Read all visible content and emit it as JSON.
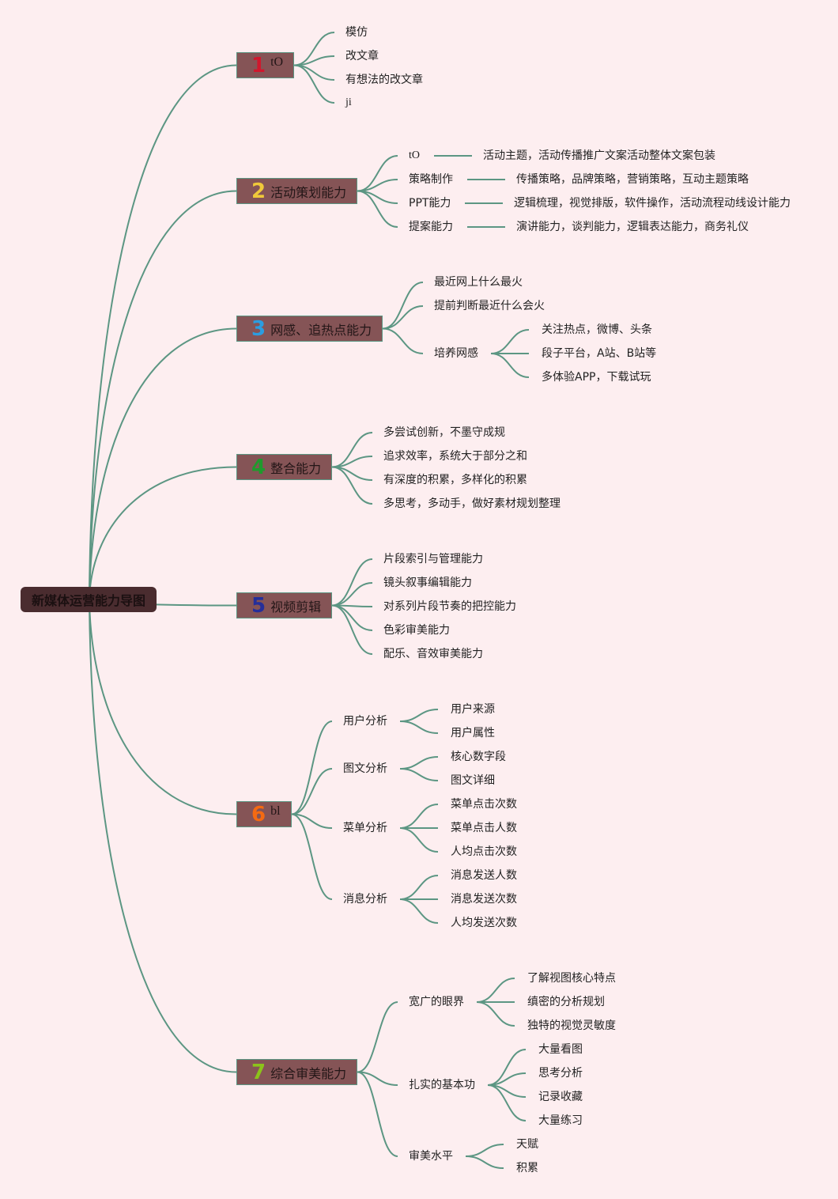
{
  "title": "新媒体运营能力导图",
  "colors": {
    "line": "#5c9683",
    "branch_fill": "#855456",
    "root_fill": "#4a2c2f",
    "background": "#fdeef0"
  },
  "branches": [
    {
      "num": "1",
      "num_color": "#d0182e",
      "label": "tO",
      "children": [
        {
          "label": "模仿"
        },
        {
          "label": "改文章"
        },
        {
          "label": "有想法的改文章"
        },
        {
          "label": "ji"
        }
      ]
    },
    {
      "num": "2",
      "num_color": "#f0c93a",
      "label": "活动策划能力",
      "children": [
        {
          "label": "tO",
          "detail": "活动主题，活动传播推广文案活动整体文案包装"
        },
        {
          "label": "策略制作",
          "detail": "传播策略，品牌策略，营销策略，互动主题策略"
        },
        {
          "label": "PPT能力",
          "detail": "逻辑梳理，视觉排版，软件操作，活动流程动线设计能力"
        },
        {
          "label": "提案能力",
          "detail": "演讲能力，谈判能力，逻辑表达能力，商务礼仪"
        }
      ]
    },
    {
      "num": "3",
      "num_color": "#2b9de0",
      "label": "网感、追热点能力",
      "children": [
        {
          "label": "最近网上什么最火"
        },
        {
          "label": "提前判断最近什么会火"
        },
        {
          "label": "培养网感",
          "children": [
            {
              "label": "关注热点，微博、头条"
            },
            {
              "label": "段子平台，A站、B站等"
            },
            {
              "label": "多体验APP，下载试玩"
            }
          ]
        }
      ]
    },
    {
      "num": "4",
      "num_color": "#1f9a2d",
      "label": "整合能力",
      "children": [
        {
          "label": "多尝试创新，不墨守成规"
        },
        {
          "label": "追求效率，系统大于部分之和"
        },
        {
          "label": "有深度的积累，多样化的积累"
        },
        {
          "label": "多思考，多动手，做好素材规划整理"
        }
      ]
    },
    {
      "num": "5",
      "num_color": "#252e9a",
      "label": "视频剪辑",
      "children": [
        {
          "label": "片段索引与管理能力"
        },
        {
          "label": "镜头叙事编辑能力"
        },
        {
          "label": "对系列片段节奏的把控能力"
        },
        {
          "label": "色彩审美能力"
        },
        {
          "label": "配乐、音效审美能力"
        }
      ]
    },
    {
      "num": "6",
      "num_color": "#f46a12",
      "label": "bl",
      "children": [
        {
          "label": "用户分析",
          "children": [
            {
              "label": "用户来源"
            },
            {
              "label": "用户属性"
            }
          ]
        },
        {
          "label": "图文分析",
          "children": [
            {
              "label": "核心数字段"
            },
            {
              "label": "图文详细"
            }
          ]
        },
        {
          "label": "菜单分析",
          "children": [
            {
              "label": "菜单点击次数"
            },
            {
              "label": "菜单点击人数"
            },
            {
              "label": "人均点击次数"
            }
          ]
        },
        {
          "label": "消息分析",
          "children": [
            {
              "label": "消息发送人数"
            },
            {
              "label": "消息发送次数"
            },
            {
              "label": "人均发送次数"
            }
          ]
        }
      ]
    },
    {
      "num": "7",
      "num_color": "#8cc31a",
      "label": "综合审美能力",
      "children": [
        {
          "label": "宽广的眼界",
          "children": [
            {
              "label": "了解视图核心特点"
            },
            {
              "label": "缜密的分析规划"
            },
            {
              "label": "独特的视觉灵敏度"
            }
          ]
        },
        {
          "label": "扎实的基本功",
          "children": [
            {
              "label": "大量看图"
            },
            {
              "label": "思考分析"
            },
            {
              "label": "记录收藏"
            },
            {
              "label": "大量练习"
            }
          ]
        },
        {
          "label": "审美水平",
          "children": [
            {
              "label": "天赋"
            },
            {
              "label": "积累"
            }
          ]
        }
      ]
    }
  ]
}
